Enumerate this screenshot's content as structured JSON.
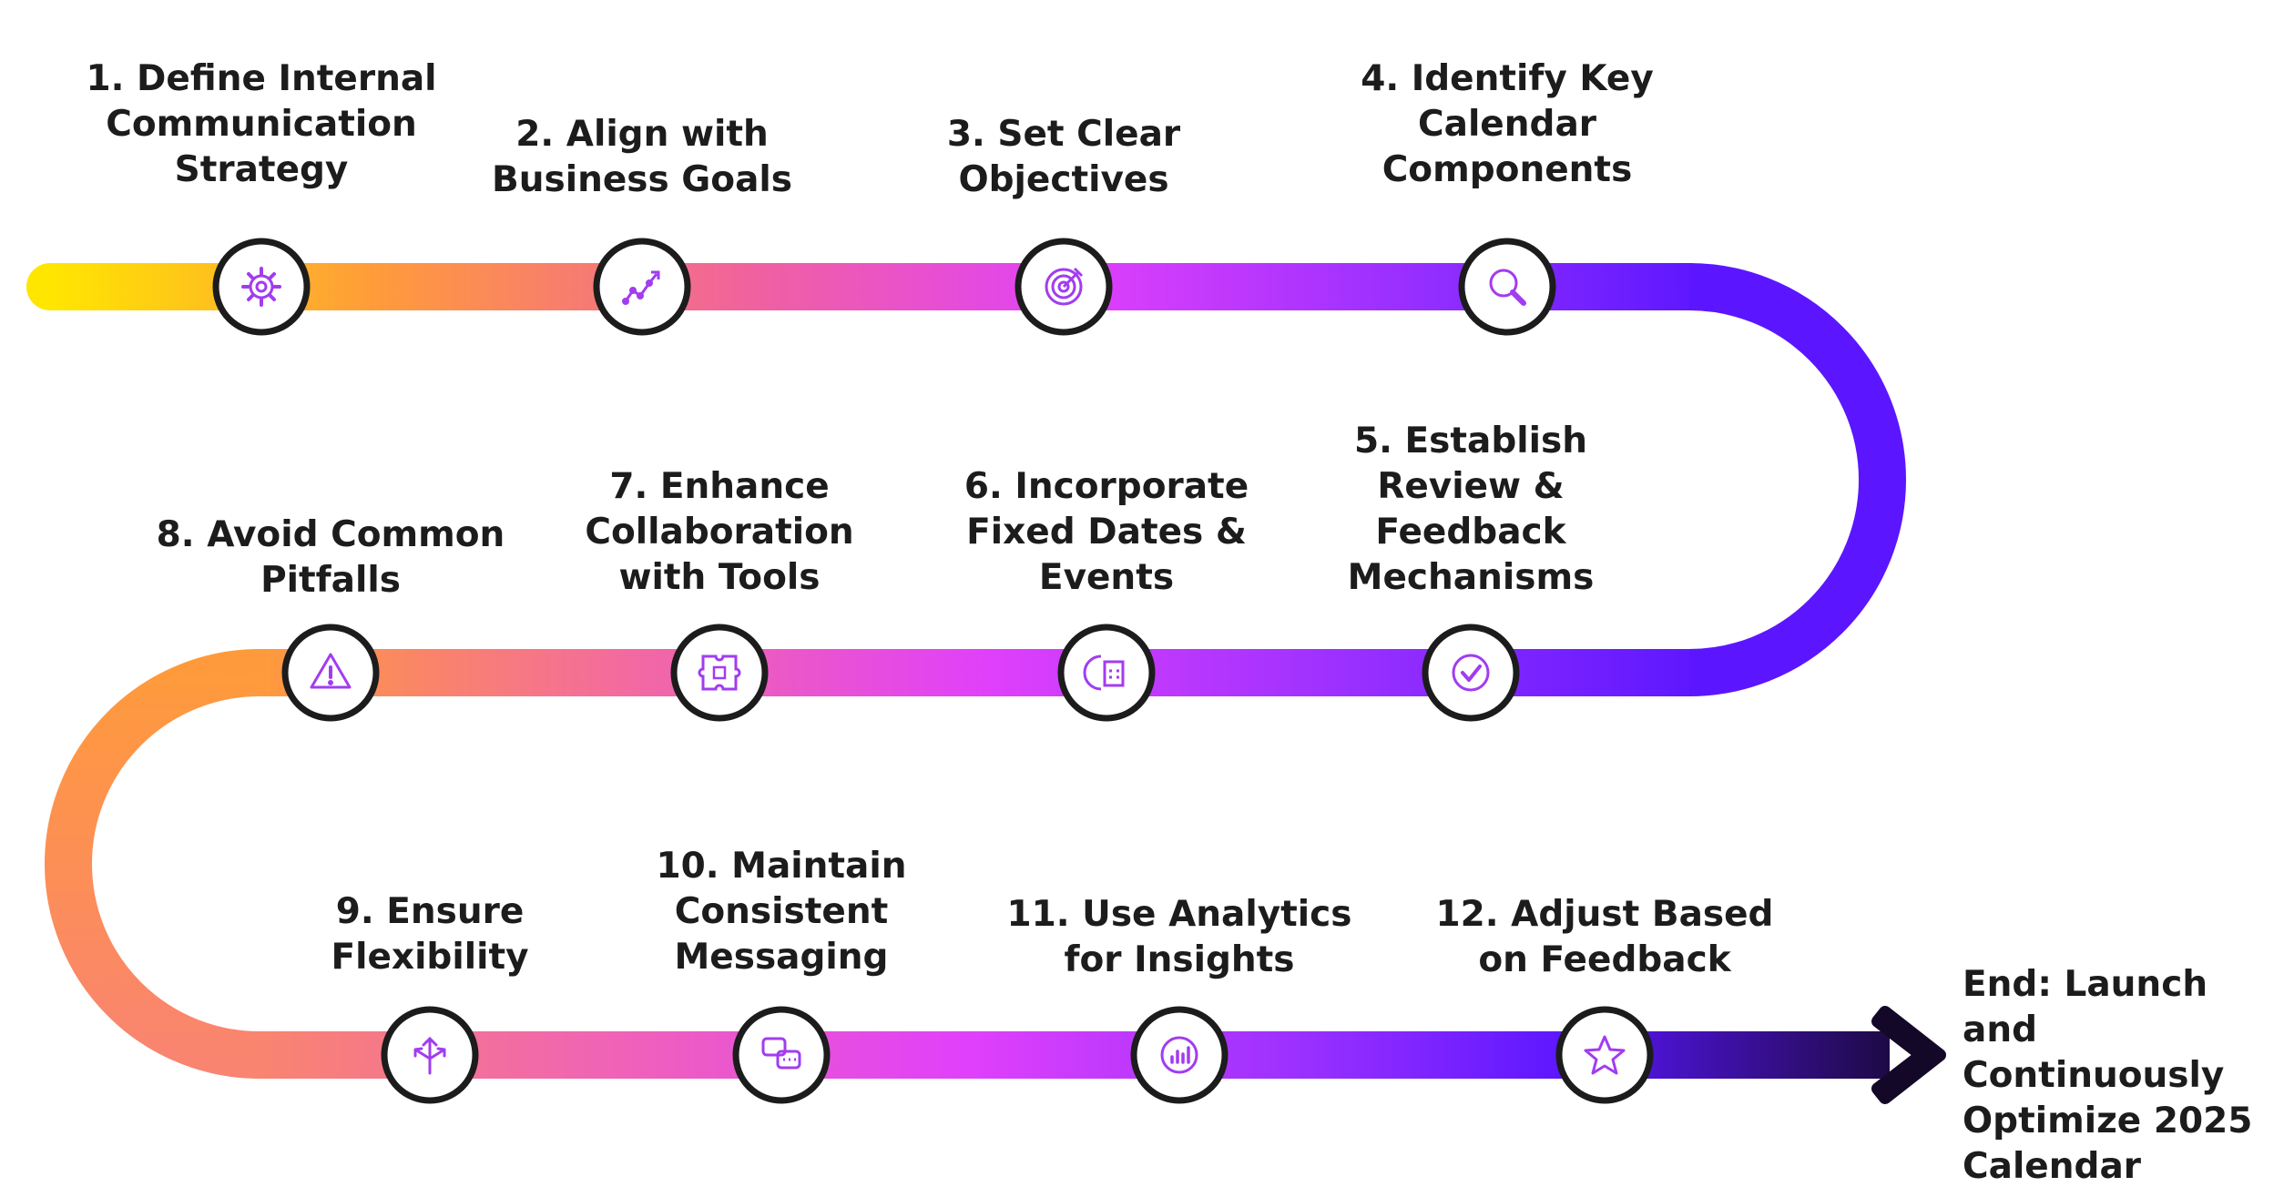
{
  "steps": [
    {
      "label": "1. Define Internal\nCommunication\nStrategy",
      "icon": "gear-icon"
    },
    {
      "label": "2. Align with\nBusiness Goals",
      "icon": "trend-chart-icon"
    },
    {
      "label": "3. Set Clear\nObjectives",
      "icon": "target-icon"
    },
    {
      "label": "4. Identify Key\nCalendar\nComponents",
      "icon": "magnifier-icon"
    },
    {
      "label": "5. Establish\nReview &\nFeedback\nMechanisms",
      "icon": "check-circle-icon"
    },
    {
      "label": "6. Incorporate\nFixed Dates &\nEvents",
      "icon": "calendar-icon"
    },
    {
      "label": "7. Enhance\nCollaboration\nwith Tools",
      "icon": "puzzle-icon"
    },
    {
      "label": "8. Avoid Common\nPitfalls",
      "icon": "warning-icon"
    },
    {
      "label": "9. Ensure\nFlexibility",
      "icon": "crossroads-icon"
    },
    {
      "label": "10. Maintain\nConsistent\nMessaging",
      "icon": "chat-bubbles-icon"
    },
    {
      "label": "11. Use Analytics\nfor Insights",
      "icon": "analytics-icon"
    },
    {
      "label": "12. Adjust Based\non Feedback",
      "icon": "star-icon"
    }
  ],
  "end_label": "End: Launch and\nContinuously\nOptimize 2025\nCalendar",
  "colors": {
    "yellow": "#ffe100",
    "orange": "#ff9a3c",
    "pink": "#f0609e",
    "magenta": "#e040fb",
    "violet": "#9b30ff",
    "purple": "#5b16ff",
    "dark": "#1a0a3a",
    "outline": "#1c1c1c"
  }
}
